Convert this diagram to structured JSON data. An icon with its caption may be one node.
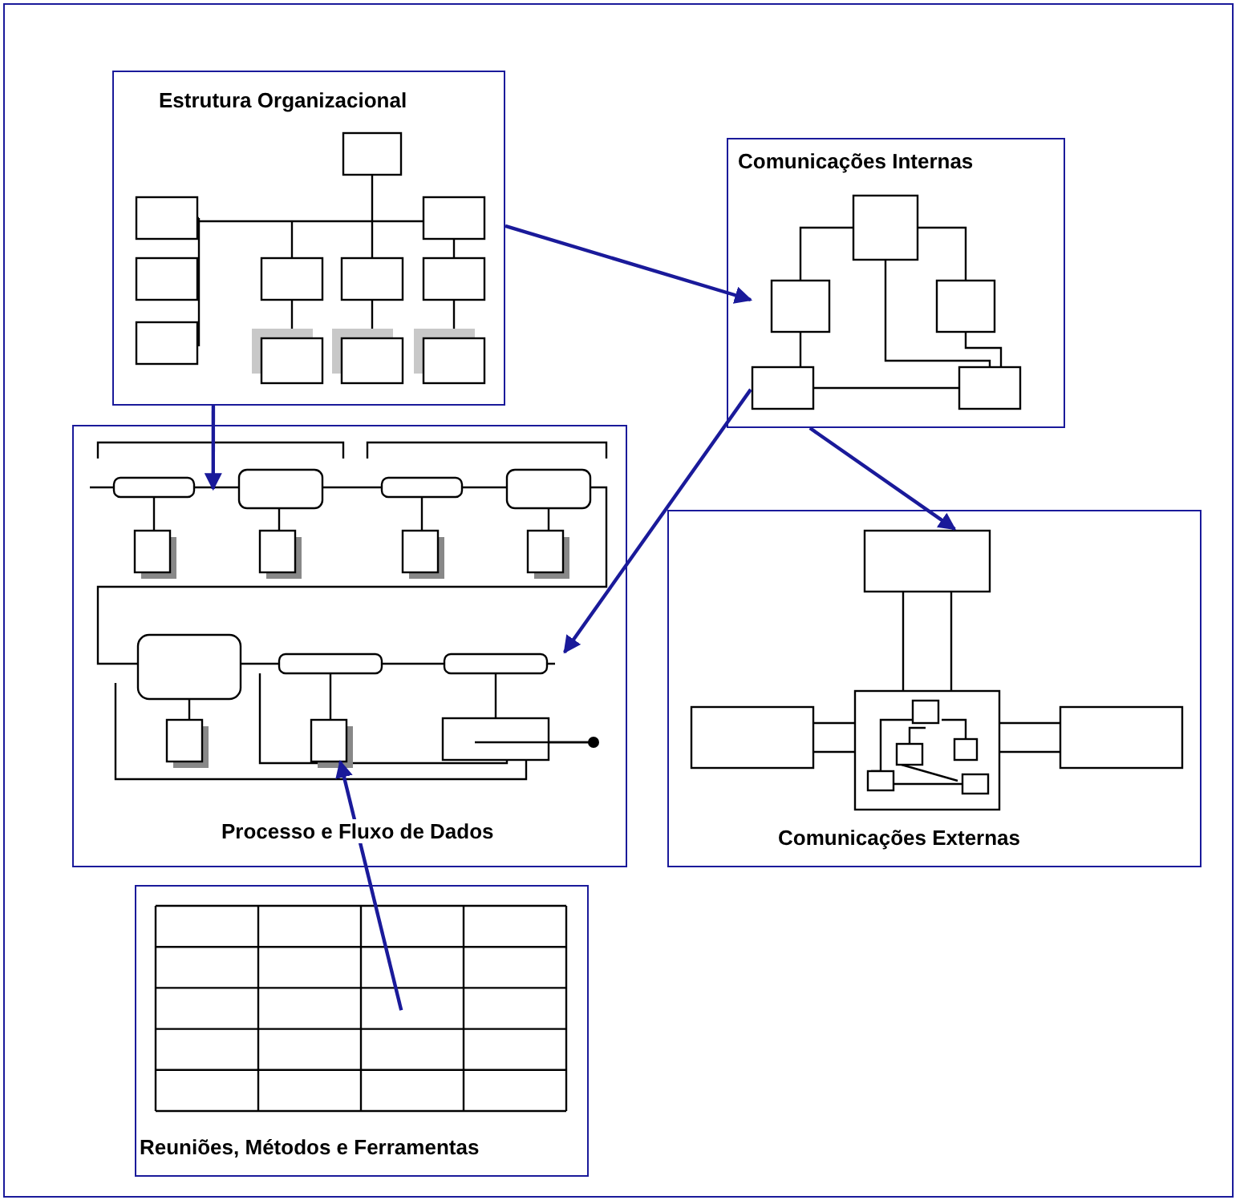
{
  "diagram": {
    "nodes": [
      {
        "text": [
          "Estrutura Organizacional"
        ]
      },
      {
        "text": [
          "Comunicações Internas"
        ]
      },
      {
        "text": [
          "Processo e Fluxo de Dados"
        ]
      },
      {
        "text": [
          "Comunicações Externas"
        ]
      },
      {
        "text": [
          "Reuniões, Métodos e Ferramentas"
        ]
      }
    ],
    "edges": [
      {
        "from": 0,
        "to": 1,
        "arrow": "to"
      },
      {
        "from": 0,
        "to": 2,
        "arrow": "to"
      },
      {
        "from": 1,
        "to": 2,
        "arrow": "to"
      },
      {
        "from": 1,
        "to": 3,
        "arrow": "to"
      },
      {
        "from": 4,
        "to": 2,
        "arrow": "to"
      }
    ]
  }
}
